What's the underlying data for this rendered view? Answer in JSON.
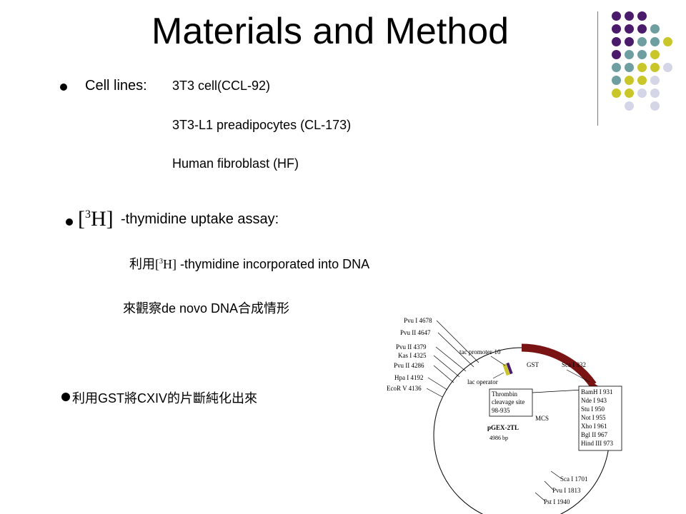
{
  "slide": {
    "title": "Materials and Method",
    "cell_lines": {
      "label": "Cell lines:",
      "items": [
        "3T3 cell(CCL-92)",
        "3T3-L1 preadipocytes (CL-173)",
        "Human fibroblast (HF)"
      ]
    },
    "thymidine": {
      "isotope_open": "[",
      "isotope_mass": "3",
      "isotope_close": "H]",
      "heading": "-thymidine uptake assay:",
      "line1_prefix": "利用",
      "line1_suffix": "-thymidine incorporated into DNA",
      "line2": "來觀察de novo DNA合成情形"
    },
    "gst": {
      "text": "利用GST將CXIV的片斷純化出來"
    }
  },
  "decor": {
    "colors": {
      "purple": "#4a1a6b",
      "teal": "#6f9ea0",
      "yellow": "#c8c629",
      "lavender": "#d5d5e8"
    }
  },
  "plasmid": {
    "name": "pGEX-2TL",
    "size": "4986 bp",
    "left_sites": [
      "Pvu I 4678",
      "Pvu II 4647",
      "Pvu II 4379",
      "Kas I 4325",
      "Pvu II 4286",
      "Hpa I 4192",
      "EcoR V 4136"
    ],
    "tac_promoter": "tac promoter-10",
    "lac_operator": "lac operator",
    "gst_label": "GST",
    "sca_top": "Sca I 832",
    "thrombin": [
      "Thrombin",
      "cleavage site",
      "98-935"
    ],
    "mcs": "MCS",
    "mcs_sites": [
      "BamH I 931",
      "Nde I    943",
      "Stu I     950",
      "Not I     955",
      "Xho I    961",
      "Bgl II    967",
      "Hind III 973"
    ],
    "bottom_sites": [
      "Sca I 1701",
      "Pvu I 1813",
      "Pst I 1940"
    ]
  }
}
